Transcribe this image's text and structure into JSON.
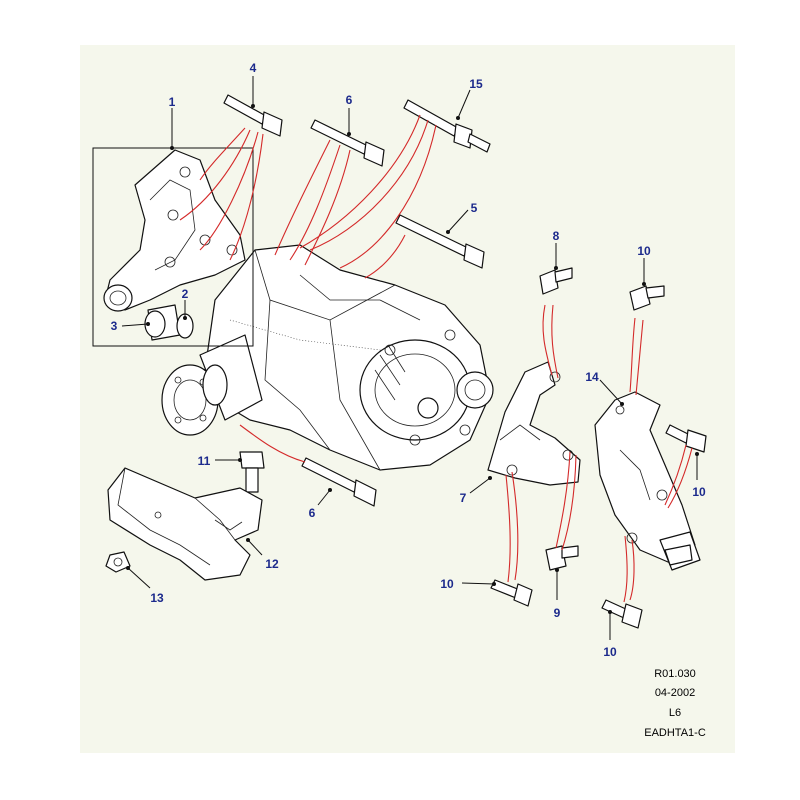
{
  "callouts": {
    "c1": "1",
    "c2": "2",
    "c3": "3",
    "c4": "4",
    "c5": "5",
    "c6a": "6",
    "c6b": "6",
    "c7": "7",
    "c8": "8",
    "c9": "9",
    "c10a": "10",
    "c10b": "10",
    "c10c": "10",
    "c10d": "10",
    "c11": "11",
    "c12": "12",
    "c13": "13",
    "c14": "14",
    "c15": "15"
  },
  "footer": {
    "ref": "R01.030",
    "date": "04-2002",
    "model": "L6",
    "code": "EADHTA1-C"
  },
  "colors": {
    "callout_text": "#1c2a8c",
    "leader_red": "#d42a2a",
    "background_panel": "#f5f7ec"
  }
}
